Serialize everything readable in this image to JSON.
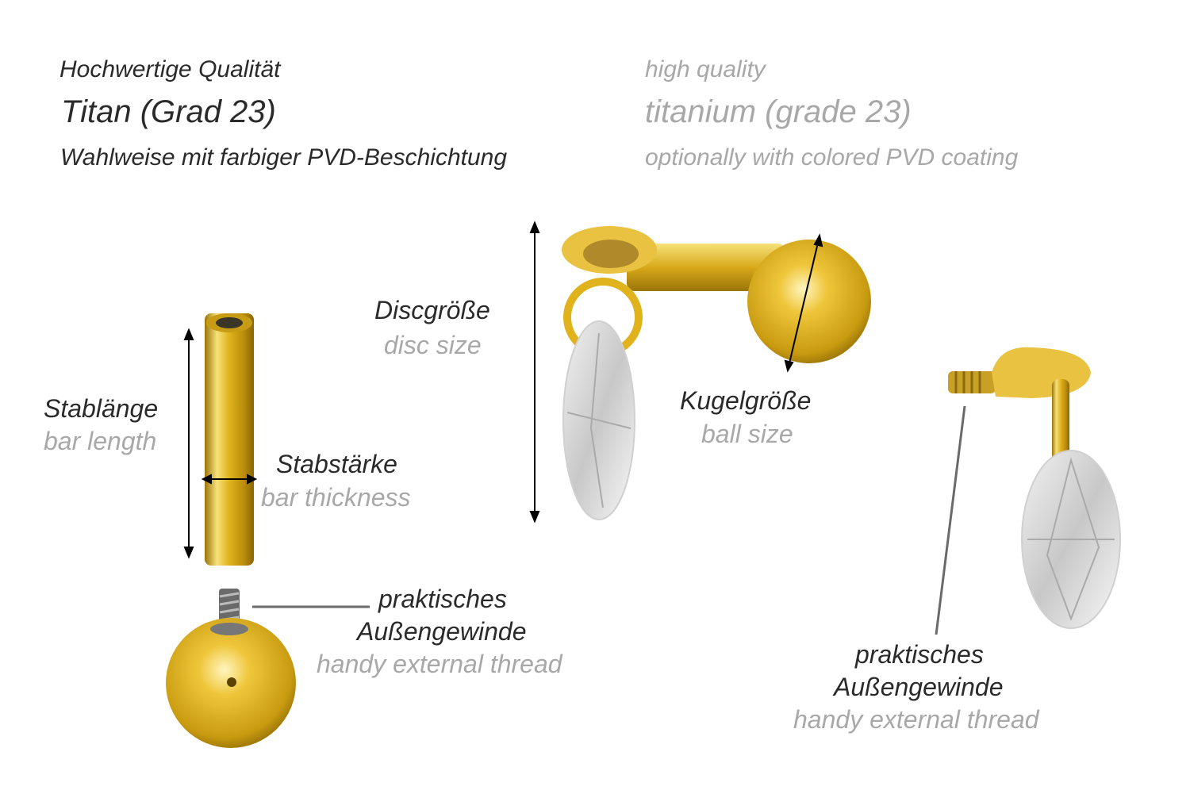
{
  "header": {
    "de": {
      "quality": "Hochwertige Qualität",
      "material": "Titan (Grad 23)",
      "coating": "Wahlweise mit farbiger PVD-Beschichtung"
    },
    "en": {
      "quality": "high quality",
      "material": "titanium (grade 23)",
      "coating": "optionally with colored PVD coating"
    }
  },
  "labels": {
    "bar_length": {
      "de": "Stablänge",
      "en": "bar length"
    },
    "bar_thickness": {
      "de": "Stabstärke",
      "en": "bar thickness"
    },
    "disc_size": {
      "de": "Discgröße",
      "en": "disc size"
    },
    "ball_size": {
      "de": "Kugelgröße",
      "en": "ball size"
    },
    "thread_left": {
      "de1": "praktisches",
      "de2": "Außengewinde",
      "en": "handy external thread"
    },
    "thread_right": {
      "de1": "praktisches",
      "de2": "Außengewinde",
      "en": "handy external thread"
    }
  },
  "colors": {
    "gold": "#e0b21c",
    "dark_text": "#2a2a2a",
    "grey_text": "#a8a8a8"
  }
}
